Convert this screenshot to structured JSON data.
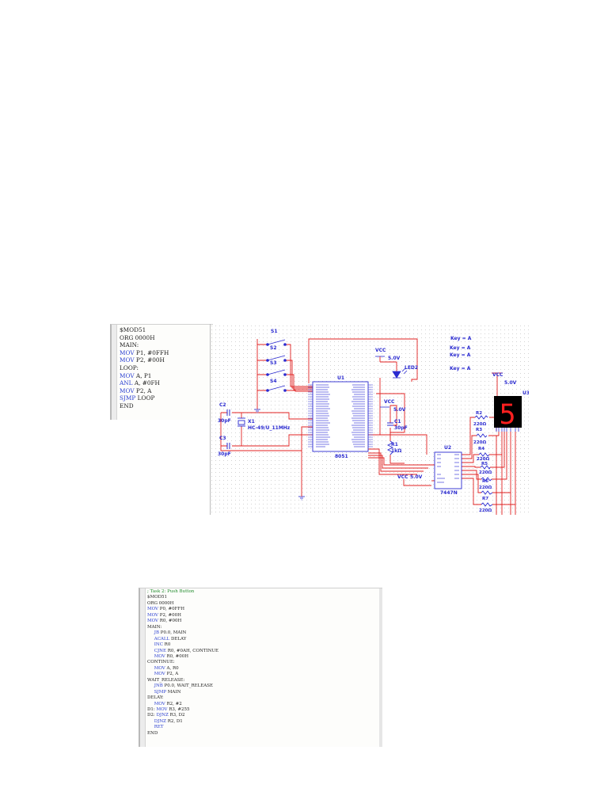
{
  "listing_1": {
    "lines": [
      {
        "text": "$MOD51",
        "color": "#222222"
      },
      {
        "text": "ORG 0000H",
        "color": "#222222"
      },
      {
        "text": "MAIN:",
        "color": "#222222"
      },
      {
        "segments": [
          {
            "text": "MOV",
            "color": "#2a3fd1"
          },
          {
            "text": " P1, #0FFH",
            "color": "#222222"
          }
        ]
      },
      {
        "segments": [
          {
            "text": "MOV",
            "color": "#2a3fd1"
          },
          {
            "text": " P2, #00H",
            "color": "#222222"
          }
        ]
      },
      {
        "text": "LOOP:",
        "color": "#222222"
      },
      {
        "segments": [
          {
            "text": "MOV",
            "color": "#2a3fd1"
          },
          {
            "text": " A, P1",
            "color": "#222222"
          }
        ]
      },
      {
        "segments": [
          {
            "text": "ANL",
            "color": "#2a3fd1"
          },
          {
            "text": " A, #0FH",
            "color": "#222222"
          }
        ]
      },
      {
        "segments": [
          {
            "text": "MOV",
            "color": "#2a3fd1"
          },
          {
            "text": " P2, A",
            "color": "#222222"
          }
        ]
      },
      {
        "segments": [
          {
            "text": "SJMP",
            "color": "#2a3fd1"
          },
          {
            "text": " LOOP",
            "color": "#222222"
          }
        ]
      },
      {
        "text": "END",
        "color": "#222222"
      }
    ]
  },
  "schematic": {
    "switches": [
      "S1",
      "S2",
      "S3",
      "S4"
    ],
    "key_labels": [
      "Key = A",
      "Key = A",
      "Key = A",
      "Key = A"
    ],
    "mcu": {
      "ref": "U1",
      "name": "8051"
    },
    "decoder": {
      "ref": "U2",
      "name": "7447N"
    },
    "display": {
      "ref": "U3",
      "digit": "5"
    },
    "led": "LED2",
    "crystal": {
      "ref": "X1",
      "value": "HC-49/U_11MHz"
    },
    "capacitors": [
      {
        "ref": "C2",
        "value": "30pF"
      },
      {
        "ref": "C3",
        "value": "30pF"
      },
      {
        "ref": "C1",
        "value": "30pF"
      }
    ],
    "r1": {
      "ref": "R1",
      "value": "1kΩ"
    },
    "resistors": [
      {
        "ref": "R2",
        "value": "220Ω"
      },
      {
        "ref": "R3",
        "value": "220Ω"
      },
      {
        "ref": "R4",
        "value": "220Ω"
      },
      {
        "ref": "R5",
        "value": "220Ω"
      },
      {
        "ref": "R6",
        "value": "220Ω"
      },
      {
        "ref": "R7",
        "value": "220Ω"
      }
    ],
    "supply_label": "VCC",
    "supply_voltage": "5.0V",
    "colors": {
      "wire": "#e02020",
      "part": "#2a2ad0",
      "grid": "#c8c8c8",
      "display_bg": "#000000",
      "segment": "#ff2020"
    }
  },
  "listing_2": {
    "lines": [
      {
        "text": "; Task 2: Push Button",
        "color": "#1f8a2a"
      },
      {
        "text": "$MOD51",
        "color": "#222222"
      },
      {
        "text": "ORG 0000H",
        "color": "#222222"
      },
      {
        "segments": [
          {
            "text": "MOV",
            "color": "#2a3fd1"
          },
          {
            "text": " P0, #0FFH",
            "color": "#222222"
          }
        ]
      },
      {
        "segments": [
          {
            "text": "MOV",
            "color": "#2a3fd1"
          },
          {
            "text": " P2, #00H",
            "color": "#222222"
          }
        ]
      },
      {
        "segments": [
          {
            "text": "MOV",
            "color": "#2a3fd1"
          },
          {
            "text": " R0, #00H",
            "color": "#222222"
          }
        ]
      },
      {
        "text": "MAIN:",
        "color": "#222222"
      },
      {
        "segments": [
          {
            "text": "     JB",
            "color": "#2a3fd1"
          },
          {
            "text": " P0.0, MAIN",
            "color": "#222222"
          }
        ]
      },
      {
        "segments": [
          {
            "text": "     ACALL",
            "color": "#2a3fd1"
          },
          {
            "text": " DELAY",
            "color": "#222222"
          }
        ]
      },
      {
        "segments": [
          {
            "text": "     INC",
            "color": "#2a3fd1"
          },
          {
            "text": " R0",
            "color": "#222222"
          }
        ]
      },
      {
        "segments": [
          {
            "text": "     CJNE",
            "color": "#2a3fd1"
          },
          {
            "text": " R0, #0AH, CONTINUE",
            "color": "#222222"
          }
        ]
      },
      {
        "segments": [
          {
            "text": "     MOV",
            "color": "#2a3fd1"
          },
          {
            "text": " R0, #00H",
            "color": "#222222"
          }
        ]
      },
      {
        "text": "CONTINUE:",
        "color": "#222222"
      },
      {
        "segments": [
          {
            "text": "     MOV",
            "color": "#2a3fd1"
          },
          {
            "text": " A, R0",
            "color": "#222222"
          }
        ]
      },
      {
        "segments": [
          {
            "text": "     MOV",
            "color": "#2a3fd1"
          },
          {
            "text": " P2, A",
            "color": "#222222"
          }
        ]
      },
      {
        "text": "WAIT_RELEASE:",
        "color": "#222222"
      },
      {
        "segments": [
          {
            "text": "     JNB",
            "color": "#2a3fd1"
          },
          {
            "text": " P0.0, WAIT_RELEASE",
            "color": "#222222"
          }
        ]
      },
      {
        "segments": [
          {
            "text": "     SJMP",
            "color": "#2a3fd1"
          },
          {
            "text": " MAIN",
            "color": "#222222"
          }
        ]
      },
      {
        "text": "DELAY:",
        "color": "#222222"
      },
      {
        "segments": [
          {
            "text": "     MOV",
            "color": "#2a3fd1"
          },
          {
            "text": " R2, #2",
            "color": "#222222"
          }
        ]
      },
      {
        "segments": [
          {
            "text": "D1: ",
            "color": "#222222"
          },
          {
            "text": "MOV",
            "color": "#2a3fd1"
          },
          {
            "text": " R3, #255",
            "color": "#222222"
          }
        ]
      },
      {
        "segments": [
          {
            "text": "D2: ",
            "color": "#222222"
          },
          {
            "text": "DJNZ",
            "color": "#2a3fd1"
          },
          {
            "text": " R3, D2",
            "color": "#222222"
          }
        ]
      },
      {
        "segments": [
          {
            "text": "     DJNZ",
            "color": "#2a3fd1"
          },
          {
            "text": " R2, D1",
            "color": "#222222"
          }
        ]
      },
      {
        "segments": [
          {
            "text": "     RET",
            "color": "#2a3fd1"
          }
        ]
      },
      {
        "text": "END",
        "color": "#222222"
      }
    ]
  }
}
